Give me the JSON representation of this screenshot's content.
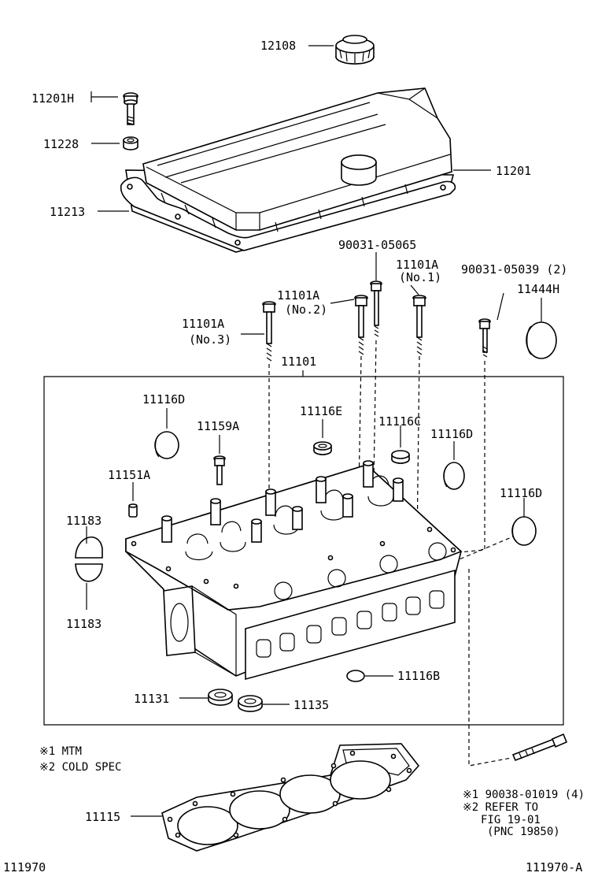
{
  "labels": {
    "p12108": "12108",
    "p11201H": "11201H",
    "p11228": "11228",
    "p11201": "11201",
    "p11213": "11213",
    "p90031_05065": "90031-05065",
    "p11101A_no1": "11101A",
    "no1": "(No.1)",
    "p90031_05039": "90031-05039 (2)",
    "p11444H": "11444H",
    "p11101A_no2": "11101A",
    "no2": "(No.2)",
    "p11101A_no3": "11101A",
    "no3": "(No.3)",
    "p11101": "11101",
    "p11116D_a": "11116D",
    "p11159A": "11159A",
    "p11116E": "11116E",
    "p11116C": "11116C",
    "p11116D_b": "11116D",
    "p11151A": "11151A",
    "p11116D_c": "11116D",
    "p11183_top": "11183",
    "p11183_bot": "11183",
    "p11116B": "11116B",
    "p11131": "11131",
    "p11135": "11135",
    "p11115": "11115"
  },
  "notes": {
    "n1": "※1 MTM",
    "n2": "※2 COLD SPEC",
    "ref1": "※1 90038-01019 (4)",
    "ref2a": "※2 REFER TO",
    "ref2b": "FIG 19-01",
    "ref2c": "(PNC 19850)"
  },
  "footer": {
    "left_code": "111970",
    "right_code": "111970-A"
  }
}
